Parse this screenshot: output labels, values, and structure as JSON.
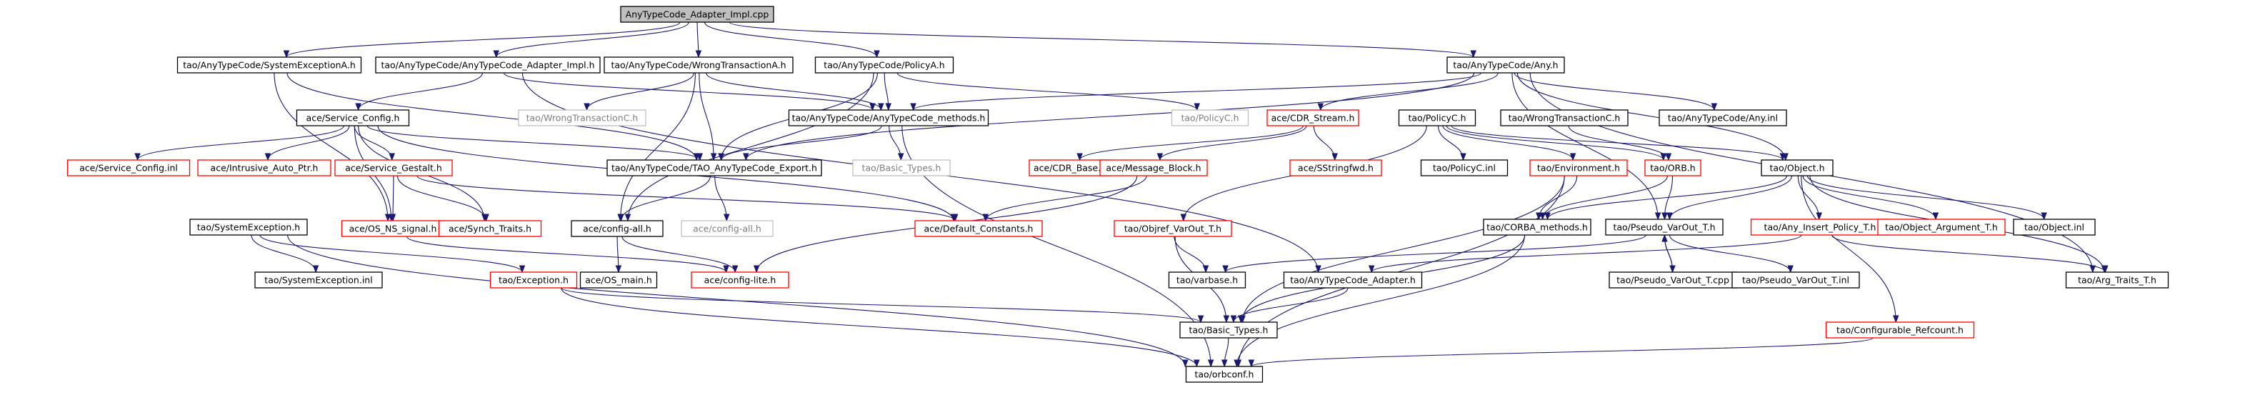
{
  "colors": {
    "root_fill": "#bfbfbf",
    "root_border": "#000000",
    "local_border": "#000000",
    "missing_border": "#bfbfbf",
    "missing_text": "#7f7f7f",
    "truncated_border": "#ff0000",
    "edge": "#191970",
    "text": "#000000"
  },
  "nodes": {
    "root": {
      "label": "AnyTypeCode_Adapter_Impl.cpp",
      "kind": "root"
    },
    "sysexcA": {
      "label": "tao/AnyTypeCode/SystemExceptionA.h",
      "kind": "local"
    },
    "adapterimpl": {
      "label": "tao/AnyTypeCode/AnyTypeCode_Adapter_Impl.h",
      "kind": "local"
    },
    "wrongA": {
      "label": "tao/AnyTypeCode/WrongTransactionA.h",
      "kind": "local"
    },
    "policyA": {
      "label": "tao/AnyTypeCode/PolicyA.h",
      "kind": "local"
    },
    "anyh": {
      "label": "tao/AnyTypeCode/Any.h",
      "kind": "local"
    },
    "svcconfig": {
      "label": "ace/Service_Config.h",
      "kind": "local"
    },
    "wrongC": {
      "label": "tao/WrongTransactionC.h",
      "kind": "missing"
    },
    "methods": {
      "label": "tao/AnyTypeCode/AnyTypeCode_methods.h",
      "kind": "local"
    },
    "policyCh": {
      "label": "tao/PolicyC.h",
      "kind": "missing"
    },
    "cdrstream": {
      "label": "ace/CDR_Stream.h",
      "kind": "truncated"
    },
    "policyCt": {
      "label": "tao/PolicyC.h",
      "kind": "local"
    },
    "wrongCt": {
      "label": "tao/WrongTransactionC.h",
      "kind": "local"
    },
    "anyinl": {
      "label": "tao/AnyTypeCode/Any.inl",
      "kind": "local"
    },
    "svcconfinl": {
      "label": "ace/Service_Config.inl",
      "kind": "truncated"
    },
    "intrusive": {
      "label": "ace/Intrusive_Auto_Ptr.h",
      "kind": "truncated"
    },
    "gestalt": {
      "label": "ace/Service_Gestalt.h",
      "kind": "truncated"
    },
    "export": {
      "label": "tao/AnyTypeCode/TAO_AnyTypeCode_Export.h",
      "kind": "local"
    },
    "basictypesmiss": {
      "label": "tao/Basic_Types.h",
      "kind": "missing"
    },
    "cdrbase": {
      "label": "ace/CDR_Base.h",
      "kind": "truncated"
    },
    "msgblock": {
      "label": "ace/Message_Block.h",
      "kind": "truncated"
    },
    "sstringfwd": {
      "label": "ace/SStringfwd.h",
      "kind": "truncated"
    },
    "policycinl": {
      "label": "tao/PolicyC.inl",
      "kind": "local"
    },
    "environment": {
      "label": "tao/Environment.h",
      "kind": "truncated"
    },
    "orbh": {
      "label": "tao/ORB.h",
      "kind": "truncated"
    },
    "objecth": {
      "label": "tao/Object.h",
      "kind": "local"
    },
    "sysexc": {
      "label": "tao/SystemException.h",
      "kind": "local"
    },
    "osnssignal": {
      "label": "ace/OS_NS_signal.h",
      "kind": "truncated"
    },
    "synchtraits": {
      "label": "ace/Synch_Traits.h",
      "kind": "truncated"
    },
    "configall": {
      "label": "ace/config-all.h",
      "kind": "local"
    },
    "configallmiss": {
      "label": "ace/config-all.h",
      "kind": "missing"
    },
    "defconst": {
      "label": "ace/Default_Constants.h",
      "kind": "truncated"
    },
    "objrefvarout": {
      "label": "tao/Objref_VarOut_T.h",
      "kind": "truncated"
    },
    "corbamethods": {
      "label": "tao/CORBA_methods.h",
      "kind": "local"
    },
    "pseudovarout": {
      "label": "tao/Pseudo_VarOut_T.h",
      "kind": "local"
    },
    "anyinsert": {
      "label": "tao/Any_Insert_Policy_T.h",
      "kind": "truncated"
    },
    "objargument": {
      "label": "tao/Object_Argument_T.h",
      "kind": "truncated"
    },
    "objectinl": {
      "label": "tao/Object.inl",
      "kind": "local"
    },
    "sysexcinl": {
      "label": "tao/SystemException.inl",
      "kind": "local"
    },
    "exceptionh": {
      "label": "tao/Exception.h",
      "kind": "truncated"
    },
    "osmain": {
      "label": "ace/OS_main.h",
      "kind": "local"
    },
    "configlite": {
      "label": "ace/config-lite.h",
      "kind": "truncated"
    },
    "varbase": {
      "label": "tao/varbase.h",
      "kind": "local"
    },
    "adapter": {
      "label": "tao/AnyTypeCode_Adapter.h",
      "kind": "local"
    },
    "pseudocpp": {
      "label": "tao/Pseudo_VarOut_T.cpp",
      "kind": "local"
    },
    "pseudoinl": {
      "label": "tao/Pseudo_VarOut_T.inl",
      "kind": "local"
    },
    "argtraits": {
      "label": "tao/Arg_Traits_T.h",
      "kind": "local"
    },
    "basictypes": {
      "label": "tao/Basic_Types.h",
      "kind": "local"
    },
    "configrefcount": {
      "label": "tao/Configurable_Refcount.h",
      "kind": "truncated"
    },
    "orbconf": {
      "label": "tao/orbconf.h",
      "kind": "local"
    }
  },
  "edges": [
    [
      "root",
      "sysexcA"
    ],
    [
      "root",
      "adapterimpl"
    ],
    [
      "root",
      "wrongA"
    ],
    [
      "root",
      "policyA"
    ],
    [
      "root",
      "anyh"
    ],
    [
      "sysexcA",
      "export"
    ],
    [
      "sysexcA",
      "osnssignal"
    ],
    [
      "adapterimpl",
      "svcconfig"
    ],
    [
      "adapterimpl",
      "methods"
    ],
    [
      "adapterimpl",
      "adapter"
    ],
    [
      "wrongA",
      "wrongC"
    ],
    [
      "wrongA",
      "methods"
    ],
    [
      "wrongA",
      "export"
    ],
    [
      "wrongA",
      "configall"
    ],
    [
      "policyA",
      "methods"
    ],
    [
      "policyA",
      "policyCh"
    ],
    [
      "policyA",
      "export"
    ],
    [
      "policyA",
      "configall"
    ],
    [
      "anyh",
      "methods"
    ],
    [
      "anyh",
      "cdrstream"
    ],
    [
      "anyh",
      "anyinl"
    ],
    [
      "anyh",
      "objecth"
    ],
    [
      "anyh",
      "pseudovarout"
    ],
    [
      "anyh",
      "argtraits"
    ],
    [
      "anyh",
      "export"
    ],
    [
      "svcconfig",
      "svcconfinl"
    ],
    [
      "svcconfig",
      "intrusive"
    ],
    [
      "svcconfig",
      "gestalt"
    ],
    [
      "svcconfig",
      "synchtraits"
    ],
    [
      "svcconfig",
      "osnssignal"
    ],
    [
      "svcconfig",
      "defconst"
    ],
    [
      "svcconfig",
      "export"
    ],
    [
      "methods",
      "export"
    ],
    [
      "methods",
      "basictypesmiss"
    ],
    [
      "methods",
      "orbconf"
    ],
    [
      "cdrstream",
      "cdrbase"
    ],
    [
      "cdrstream",
      "msgblock"
    ],
    [
      "cdrstream",
      "sstringfwd"
    ],
    [
      "policyCt",
      "policycinl"
    ],
    [
      "policyCt",
      "environment"
    ],
    [
      "policyCt",
      "orbh"
    ],
    [
      "policyCt",
      "objecth"
    ],
    [
      "policyCt",
      "objrefvarout"
    ],
    [
      "wrongCt",
      "orbh"
    ],
    [
      "gestalt",
      "osnssignal"
    ],
    [
      "gestalt",
      "synchtraits"
    ],
    [
      "gestalt",
      "defconst"
    ],
    [
      "export",
      "configall"
    ],
    [
      "export",
      "configallmiss"
    ],
    [
      "msgblock",
      "defconst"
    ],
    [
      "msgblock",
      "configlite"
    ],
    [
      "environment",
      "basictypes"
    ],
    [
      "environment",
      "orbconf"
    ],
    [
      "environment",
      "corbamethods"
    ],
    [
      "orbh",
      "pseudovarout"
    ],
    [
      "orbh",
      "corbamethods"
    ],
    [
      "objecth",
      "corbamethods"
    ],
    [
      "objecth",
      "pseudovarout"
    ],
    [
      "objecth",
      "anyinsert"
    ],
    [
      "objecth",
      "objargument"
    ],
    [
      "objecth",
      "objectinl"
    ],
    [
      "objecth",
      "argtraits"
    ],
    [
      "objecth",
      "configrefcount"
    ],
    [
      "sysexc",
      "sysexcinl"
    ],
    [
      "sysexc",
      "exceptionh"
    ],
    [
      "sysexc",
      "orbconf"
    ],
    [
      "osnssignal",
      "configlite"
    ],
    [
      "configall",
      "osmain"
    ],
    [
      "configall",
      "configlite"
    ],
    [
      "objrefvarout",
      "varbase"
    ],
    [
      "objrefvarout",
      "basictypes"
    ],
    [
      "corbamethods",
      "basictypes"
    ],
    [
      "corbamethods",
      "orbconf"
    ],
    [
      "pseudovarout",
      "varbase"
    ],
    [
      "pseudovarout",
      "pseudocpp"
    ],
    [
      "pseudovarout",
      "pseudoinl"
    ],
    [
      "pseudocpp",
      "pseudovarout"
    ],
    [
      "anyinsert",
      "adapter"
    ],
    [
      "anyinsert",
      "argtraits"
    ],
    [
      "exceptionh",
      "basictypes"
    ],
    [
      "exceptionh",
      "orbconf"
    ],
    [
      "adapter",
      "basictypes"
    ],
    [
      "basictypes",
      "orbconf"
    ],
    [
      "configrefcount",
      "orbconf"
    ]
  ]
}
